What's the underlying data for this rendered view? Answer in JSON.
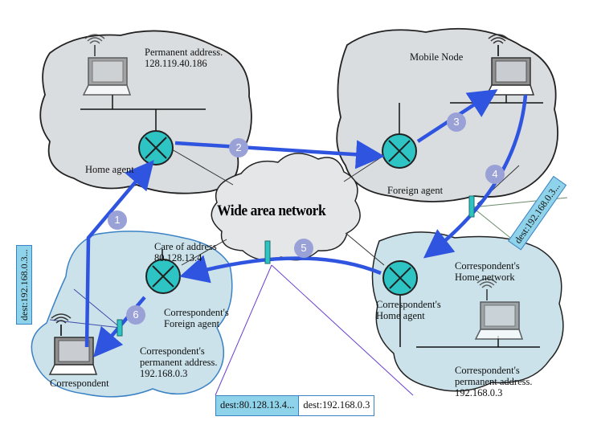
{
  "labels": {
    "perm_addr_title": "Permanent address.",
    "perm_addr_value": "128.119.40.186",
    "home_agent": "Home agent",
    "mobile_node": "Mobile Node",
    "foreign_agent": "Foreign agent",
    "wan": "Wide area network",
    "care_of_title": "Care of address",
    "care_of_value": "80.128.13.4",
    "corr_foreign_agent_1": "Correspondent's",
    "corr_foreign_agent_2": "Foreign agent",
    "corr_perm_1": "Correspondent's",
    "corr_perm_2": "permanent address.",
    "corr_perm_3": "192.168.0.3",
    "correspondent": "Correspondent",
    "corr_home_net_1": "Correspondent's",
    "corr_home_net_2": "Home network",
    "corr_home_agent_1": "Correspondent's",
    "corr_home_agent_2": "Home agent",
    "corr_perm_r1": "Correspondent's",
    "corr_perm_r2": "permanent address.",
    "corr_perm_r3": "192.168.0.3"
  },
  "steps": [
    "1",
    "2",
    "3",
    "4",
    "5",
    "6"
  ],
  "tags": {
    "left": "dest:192.168.0.3...",
    "right": "dest:192.168.0.3..."
  },
  "packet": {
    "outer": "dest:80.128.13.4...",
    "inner": "dest:192.168.0.3"
  },
  "colors": {
    "cloud_fill": "#dadde0",
    "light_cloud_fill": "#cbe2ea",
    "arrow": "#2f55e0",
    "router": "#2ec4c4",
    "step_badge": "#9aa1d6",
    "tag_fill": "#8fd3ea"
  }
}
